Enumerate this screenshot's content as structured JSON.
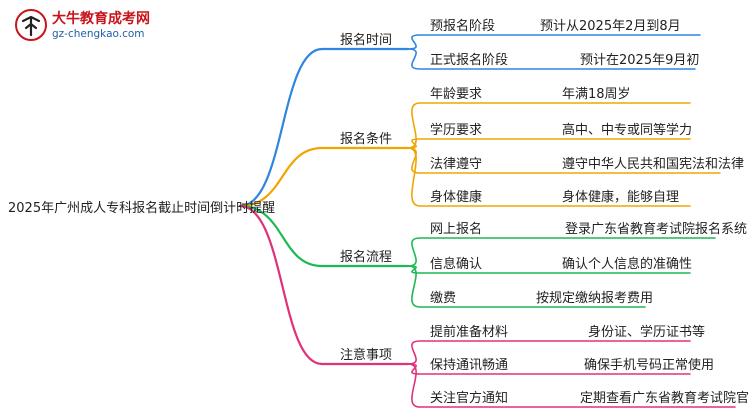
{
  "logo": {
    "title": "大牛教育成考网",
    "url": "gz-chengkao.com"
  },
  "root": "2025年广州成人专科报名截止时间倒计时提醒",
  "branches": [
    {
      "label": "报名时间",
      "color": "#2e86de",
      "items": [
        {
          "label": "预报名阶段",
          "value": "预计从2025年2月到8月"
        },
        {
          "label": "正式报名阶段",
          "value": "预计在2025年9月初"
        }
      ]
    },
    {
      "label": "报名条件",
      "color": "#f0a500",
      "items": [
        {
          "label": "年龄要求",
          "value": "年满18周岁"
        },
        {
          "label": "学历要求",
          "value": "高中、中专或同等学力"
        },
        {
          "label": "法律遵守",
          "value": "遵守中华人民共和国宪法和法律"
        },
        {
          "label": "身体健康",
          "value": "身体健康，能够自理"
        }
      ]
    },
    {
      "label": "报名流程",
      "color": "#1db954",
      "items": [
        {
          "label": "网上报名",
          "value": "登录广东省教育考试院报名系统"
        },
        {
          "label": "信息确认",
          "value": "确认个人信息的准确性"
        },
        {
          "label": "缴费",
          "value": "按规定缴纳报考费用"
        }
      ]
    },
    {
      "label": "注意事项",
      "color": "#e0307a",
      "items": [
        {
          "label": "提前准备材料",
          "value": "身份证、学历证书等"
        },
        {
          "label": "保持通讯畅通",
          "value": "确保手机号码正常使用"
        },
        {
          "label": "关注官方通知",
          "value": "定期查看广东省教育考试院官网"
        }
      ]
    }
  ]
}
